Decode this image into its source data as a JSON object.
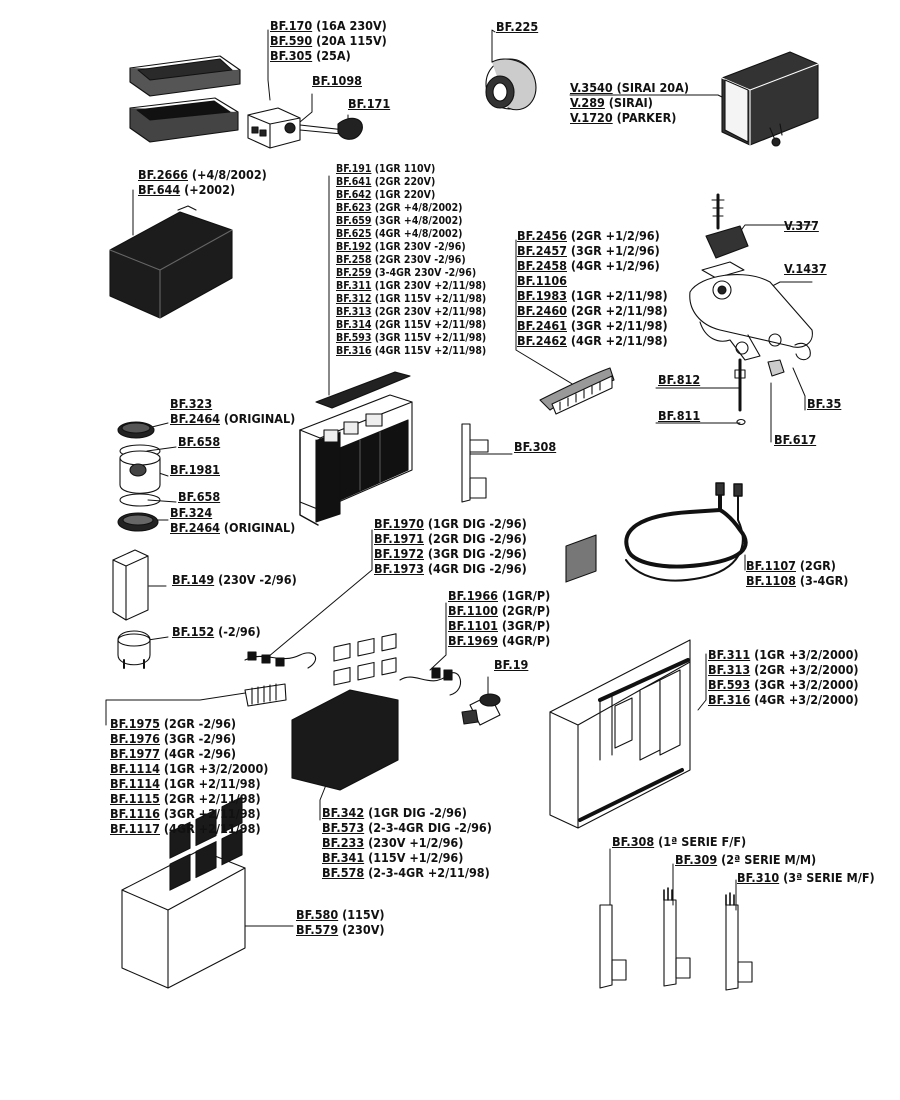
{
  "title": "",
  "labels": {
    "g170": [
      {
        "code": "BF.170",
        "desc": "(16A 230V)"
      },
      {
        "code": "BF.590",
        "desc": "(20A 115V)"
      },
      {
        "code": "BF.305",
        "desc": "(25A)"
      }
    ],
    "g1098": [
      {
        "code": "BF.1098",
        "desc": ""
      }
    ],
    "g171": [
      {
        "code": "BF.171",
        "desc": ""
      }
    ],
    "g225": [
      {
        "code": "BF.225",
        "desc": ""
      }
    ],
    "gV3540": [
      {
        "code": "V.3540",
        "desc": "(SIRAI 20A)"
      },
      {
        "code": "V.289",
        "desc": "(SIRAI)"
      },
      {
        "code": "V.1720",
        "desc": "(PARKER)"
      }
    ],
    "g2666": [
      {
        "code": "BF.2666",
        "desc": "(+4/8/2002)"
      },
      {
        "code": "BF.644",
        "desc": "(+2002)"
      }
    ],
    "g191": [
      {
        "code": "BF.191",
        "desc": "(1GR 110V)"
      },
      {
        "code": "BF.641",
        "desc": "(2GR 220V)"
      },
      {
        "code": "BF.642",
        "desc": "(1GR 220V)"
      },
      {
        "code": "BF.623",
        "desc": "(2GR +4/8/2002)"
      },
      {
        "code": "BF.659",
        "desc": "(3GR +4/8/2002)"
      },
      {
        "code": "BF.625",
        "desc": "(4GR +4/8/2002)"
      },
      {
        "code": "BF.192",
        "desc": "(1GR 230V -2/96)"
      },
      {
        "code": "BF.258",
        "desc": "(2GR 230V -2/96)"
      },
      {
        "code": "BF.259",
        "desc": "(3-4GR 230V -2/96)"
      },
      {
        "code": "BF.311",
        "desc": "(1GR 230V +2/11/98)"
      },
      {
        "code": "BF.312",
        "desc": "(1GR 115V +2/11/98)"
      },
      {
        "code": "BF.313",
        "desc": "(2GR 230V +2/11/98)"
      },
      {
        "code": "BF.314",
        "desc": "(2GR 115V +2/11/98)"
      },
      {
        "code": "BF.593",
        "desc": "(3GR 115V +2/11/98)"
      },
      {
        "code": "BF.316",
        "desc": "(4GR 115V +2/11/98)"
      }
    ],
    "gV377": [
      {
        "code": "V.377",
        "desc": ""
      }
    ],
    "gV1437": [
      {
        "code": "V.1437",
        "desc": ""
      }
    ],
    "g2456": [
      {
        "code": "BF.2456",
        "desc": "(2GR +1/2/96)"
      },
      {
        "code": "BF.2457",
        "desc": "(3GR +1/2/96)"
      },
      {
        "code": "BF.2458",
        "desc": "(4GR +1/2/96)"
      },
      {
        "code": "BF.1106",
        "desc": ""
      },
      {
        "code": "BF.1983",
        "desc": "(1GR +2/11/98)"
      },
      {
        "code": "BF.2460",
        "desc": "(2GR +2/11/98)"
      },
      {
        "code": "BF.2461",
        "desc": "(3GR +2/11/98)"
      },
      {
        "code": "BF.2462",
        "desc": "(4GR +2/11/98)"
      }
    ],
    "g812": [
      {
        "code": "BF.812",
        "desc": ""
      }
    ],
    "g811": [
      {
        "code": "BF.811",
        "desc": ""
      }
    ],
    "g35": [
      {
        "code": "BF.35",
        "desc": ""
      }
    ],
    "g617": [
      {
        "code": "BF.617",
        "desc": ""
      }
    ],
    "g323": [
      {
        "code": "BF.323",
        "desc": ""
      },
      {
        "code": "BF.2464",
        "desc": "(ORIGINAL)"
      }
    ],
    "g658a": [
      {
        "code": "BF.658",
        "desc": ""
      }
    ],
    "g1981": [
      {
        "code": "BF.1981",
        "desc": ""
      }
    ],
    "g658b": [
      {
        "code": "BF.658",
        "desc": ""
      }
    ],
    "g324": [
      {
        "code": "BF.324",
        "desc": ""
      },
      {
        "code": "BF.2464",
        "desc": "(ORIGINAL)"
      }
    ],
    "g308a": [
      {
        "code": "BF.308",
        "desc": ""
      }
    ],
    "g1970": [
      {
        "code": "BF.1970",
        "desc": "(1GR DIG -2/96)"
      },
      {
        "code": "BF.1971",
        "desc": "(2GR DIG -2/96)"
      },
      {
        "code": "BF.1972",
        "desc": "(3GR DIG -2/96)"
      },
      {
        "code": "BF.1973",
        "desc": "(4GR DIG -2/96)"
      }
    ],
    "g1107": [
      {
        "code": "BF.1107",
        "desc": "(2GR)"
      },
      {
        "code": "BF.1108",
        "desc": "(3-4GR)"
      }
    ],
    "g149": [
      {
        "code": "BF.149",
        "desc": "(230V -2/96)"
      }
    ],
    "g1966": [
      {
        "code": "BF.1966",
        "desc": "(1GR/P)"
      },
      {
        "code": "BF.1100",
        "desc": "(2GR/P)"
      },
      {
        "code": "BF.1101",
        "desc": "(3GR/P)"
      },
      {
        "code": "BF.1969",
        "desc": "(4GR/P)"
      }
    ],
    "g152": [
      {
        "code": "BF.152",
        "desc": "(-2/96)"
      }
    ],
    "g19": [
      {
        "code": "BF.19",
        "desc": ""
      }
    ],
    "g311b": [
      {
        "code": "BF.311",
        "desc": "(1GR +3/2/2000)"
      },
      {
        "code": "BF.313",
        "desc": "(2GR +3/2/2000)"
      },
      {
        "code": "BF.593",
        "desc": "(3GR +3/2/2000)"
      },
      {
        "code": "BF.316",
        "desc": "(4GR +3/2/2000)"
      }
    ],
    "g1975": [
      {
        "code": "BF.1975",
        "desc": "(2GR -2/96)"
      },
      {
        "code": "BF.1976",
        "desc": "(3GR -2/96)"
      },
      {
        "code": "BF.1977",
        "desc": "(4GR -2/96)"
      },
      {
        "code": "BF.1114",
        "desc": "(1GR +3/2/2000)"
      },
      {
        "code": "BF.1114",
        "desc": "(1GR +2/11/98)"
      },
      {
        "code": "BF.1115",
        "desc": "(2GR +2/11/98)"
      },
      {
        "code": "BF.1116",
        "desc": "(3GR +2/11/98)"
      },
      {
        "code": "BF.1117",
        "desc": "(4GR +2/11/98)"
      }
    ],
    "g342": [
      {
        "code": "BF.342",
        "desc": "(1GR DIG -2/96)"
      },
      {
        "code": "BF.573",
        "desc": "(2-3-4GR DIG -2/96)"
      },
      {
        "code": "BF.233",
        "desc": "(230V +1/2/96)"
      },
      {
        "code": "BF.341",
        "desc": "(115V +1/2/96)"
      },
      {
        "code": "BF.578",
        "desc": "(2-3-4GR +2/11/98)"
      }
    ],
    "g308b": [
      {
        "code": "BF.308",
        "desc": "(1ª SERIE F/F)"
      }
    ],
    "g309": [
      {
        "code": "BF.309",
        "desc": "(2ª SERIE M/M)"
      }
    ],
    "g310": [
      {
        "code": "BF.310",
        "desc": "(3ª SERIE M/F)"
      }
    ],
    "g580": [
      {
        "code": "BF.580",
        "desc": "(115V)"
      },
      {
        "code": "BF.579",
        "desc": "(230V)"
      }
    ]
  }
}
